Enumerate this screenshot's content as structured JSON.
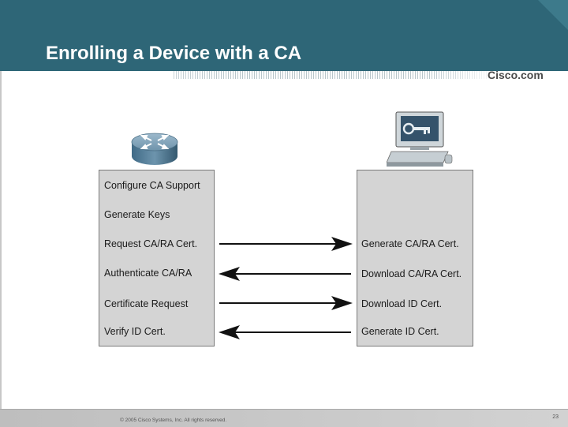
{
  "slide": {
    "title": "Enrolling a Device with a CA",
    "brand": "Cisco.com",
    "footer": {
      "copyright": "© 2005 Cisco Systems, Inc. All rights reserved.",
      "page_number": "23"
    }
  },
  "colors": {
    "header": "#2e6677",
    "panel": "#d4d4d4",
    "arrow": "#111111"
  },
  "icons": {
    "router": "router-icon",
    "ca_server": "ca-server-icon"
  },
  "diagram": {
    "router_steps": [
      "Configure CA Support",
      "Generate Keys",
      "Request CA/RA Cert.",
      "Authenticate CA/RA",
      "Certificate Request",
      "Verify ID Cert."
    ],
    "ca_steps": [
      "Generate CA/RA Cert.",
      "Download CA/RA Cert.",
      "Download ID Cert.",
      "Generate ID Cert."
    ],
    "arrows": [
      {
        "from": "Request CA/RA Cert.",
        "to": "Generate CA/RA Cert.",
        "direction": "right"
      },
      {
        "from": "Download CA/RA Cert.",
        "to": "Authenticate CA/RA",
        "direction": "left"
      },
      {
        "from": "Certificate Request",
        "to": "Download ID Cert.",
        "direction": "right"
      },
      {
        "from": "Generate ID Cert.",
        "to": "Verify ID Cert.",
        "direction": "left"
      }
    ]
  }
}
